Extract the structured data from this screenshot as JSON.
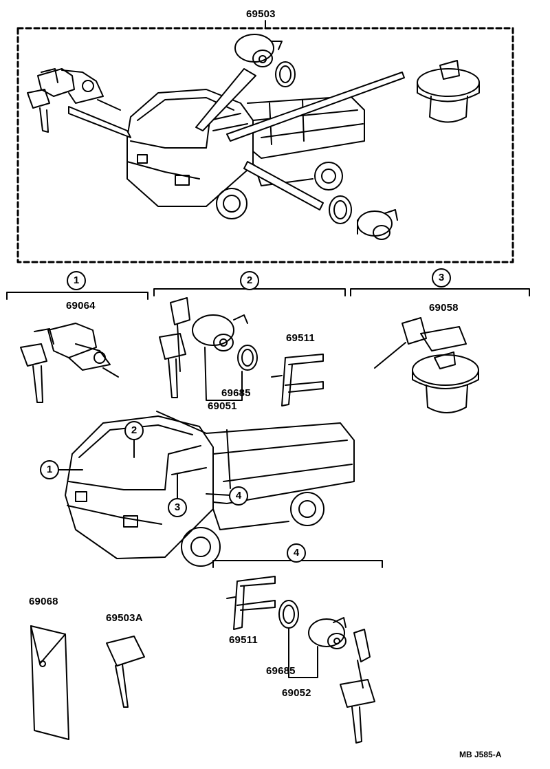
{
  "parts": {
    "set_main": "69503",
    "ignition_cylinder": "69064",
    "door_cylinder_set": "69051",
    "gasket_door": "69685",
    "retainer_door": "69511",
    "fuel_cap": "69058",
    "key_case": "69068",
    "key_blank": "69503A",
    "retainer_rear": "69511",
    "gasket_rear": "69685",
    "rear_cylinder_set": "69052"
  },
  "groups": {
    "g1": "1",
    "g2": "2",
    "g3": "3",
    "g4": "4"
  },
  "callouts": {
    "c1": "1",
    "c2": "2",
    "c3": "3",
    "c4": "4"
  },
  "footer": {
    "ref_code": "MB  J585-A"
  }
}
